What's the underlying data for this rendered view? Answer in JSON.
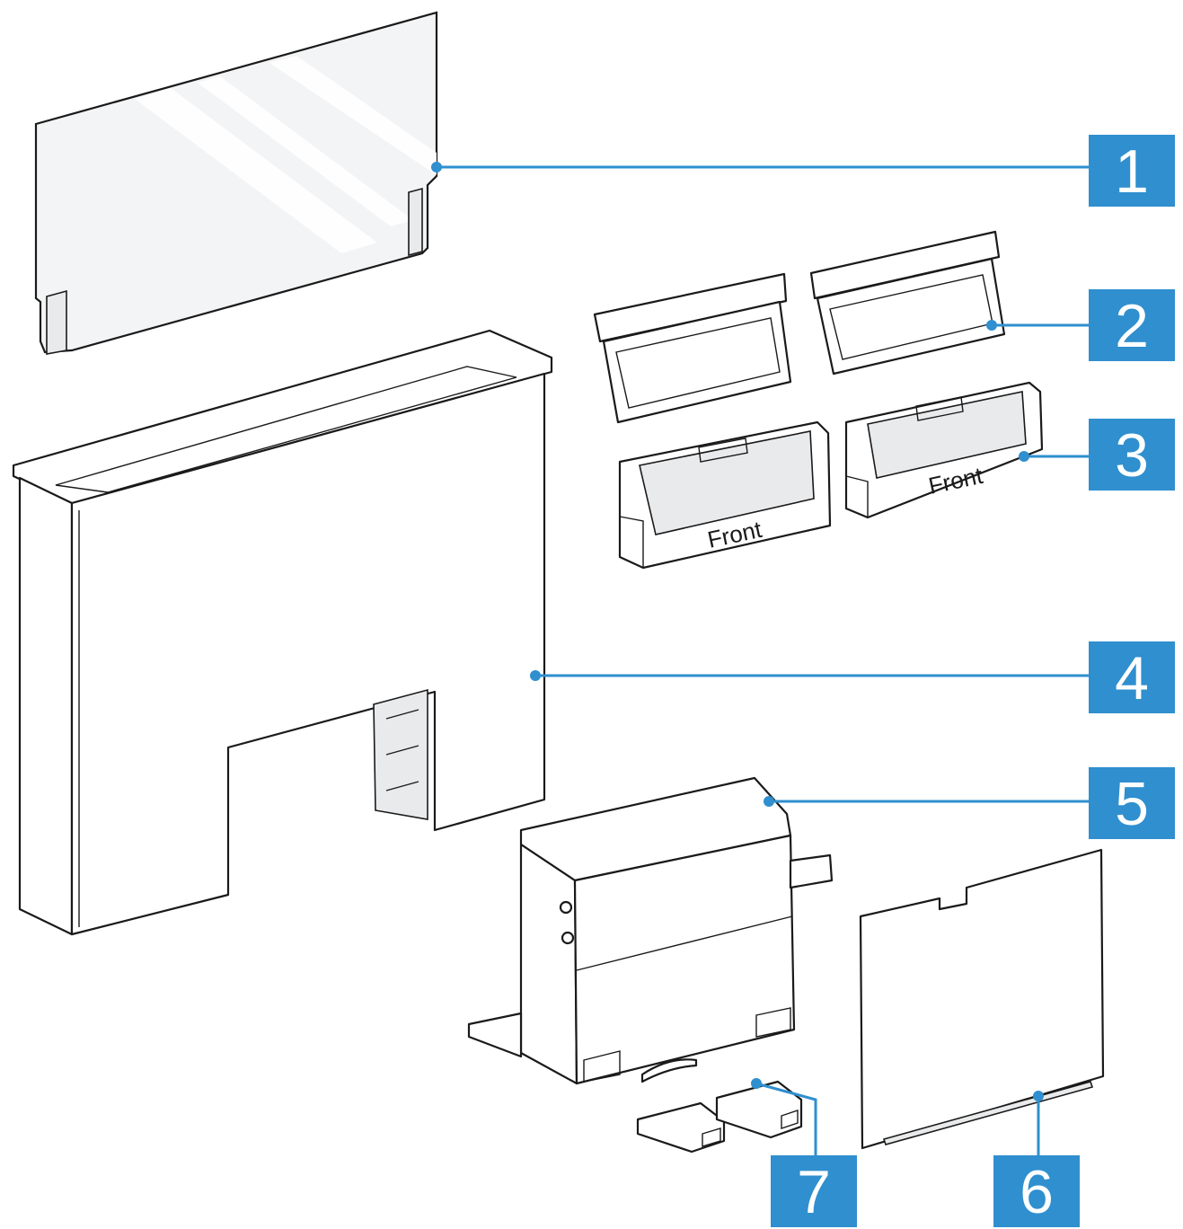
{
  "colors": {
    "callout": "#2f8fcf",
    "line": "#1a1a1a"
  },
  "tray_labels": {
    "left": "Front",
    "right": "Front"
  },
  "callouts": [
    {
      "id": "1",
      "label": "1"
    },
    {
      "id": "2",
      "label": "2"
    },
    {
      "id": "3",
      "label": "3"
    },
    {
      "id": "4",
      "label": "4"
    },
    {
      "id": "5",
      "label": "5"
    },
    {
      "id": "6",
      "label": "6"
    },
    {
      "id": "7",
      "label": "7"
    }
  ]
}
